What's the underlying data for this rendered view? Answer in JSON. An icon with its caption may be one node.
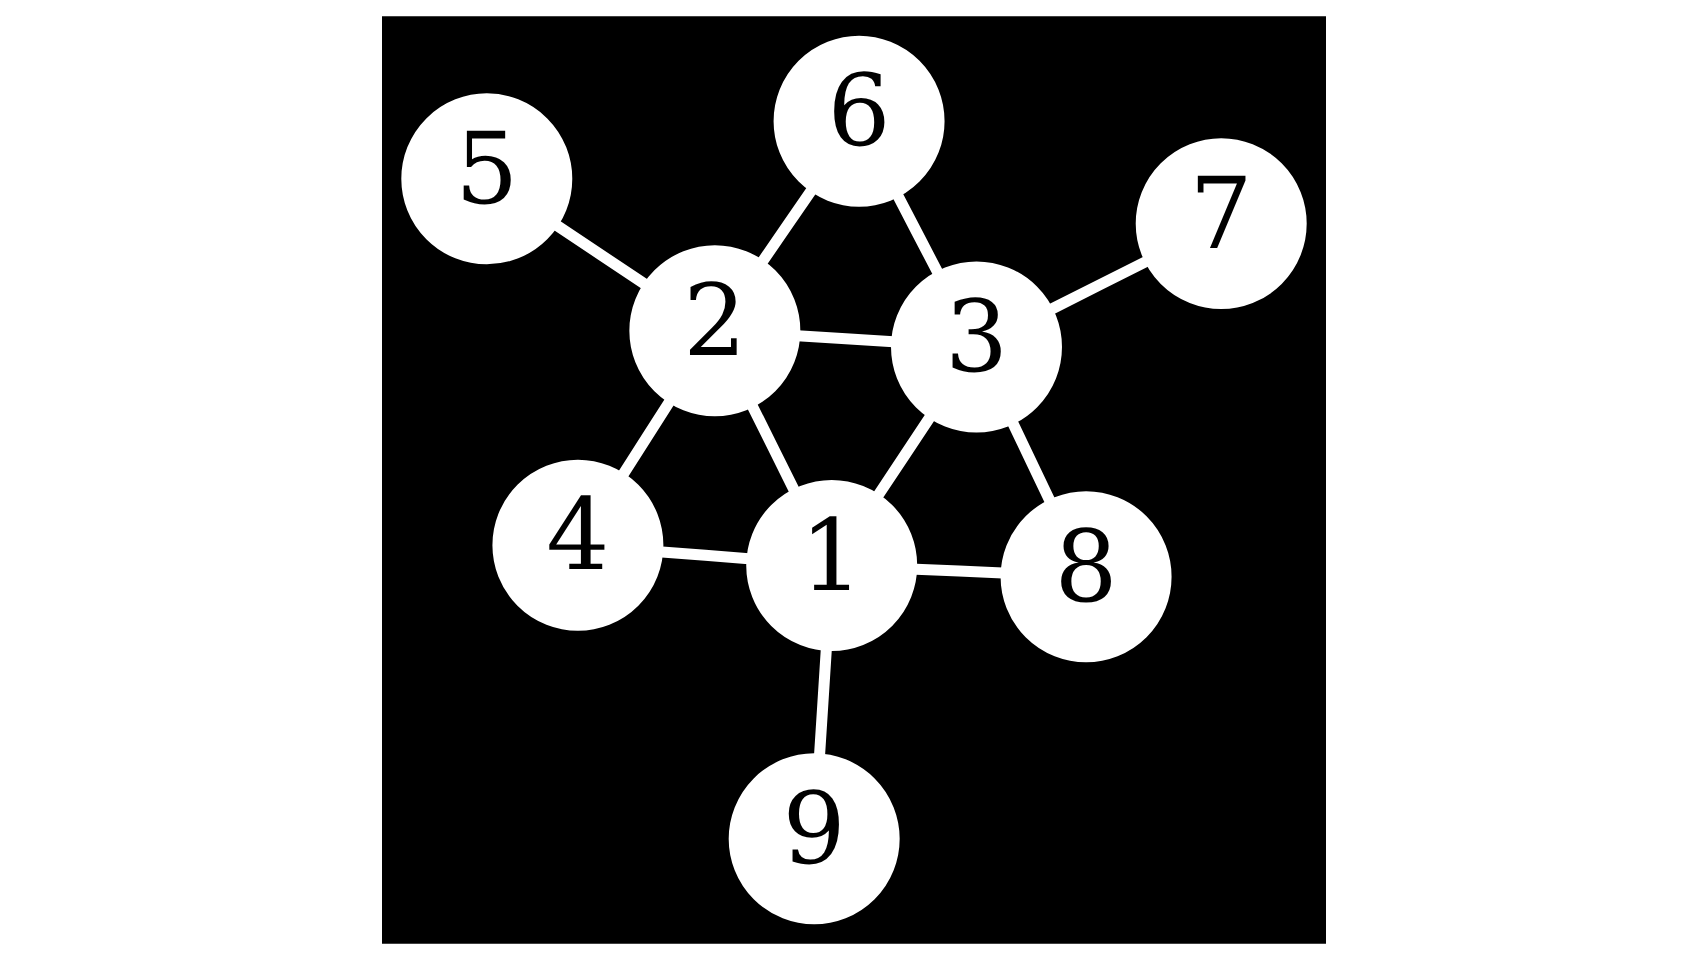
{
  "diagram": {
    "nodes": [
      {
        "text": [
          "9"
        ]
      },
      {
        "text": [
          "8"
        ]
      },
      {
        "text": [
          "1"
        ]
      },
      {
        "text": [
          "4"
        ]
      },
      {
        "text": [
          "7"
        ]
      },
      {
        "text": [
          "2"
        ]
      },
      {
        "text": [
          "3"
        ]
      },
      {
        "text": [
          "5"
        ]
      },
      {
        "text": [
          "6"
        ]
      }
    ],
    "edges": [
      {
        "from": 0,
        "to": 2,
        "arrow": "none"
      },
      {
        "from": 1,
        "to": 2,
        "arrow": "none"
      },
      {
        "from": 2,
        "to": 3,
        "arrow": "none"
      },
      {
        "from": 2,
        "to": 5,
        "arrow": "none"
      },
      {
        "from": 2,
        "to": 6,
        "arrow": "none"
      },
      {
        "from": 1,
        "to": 6,
        "arrow": "none"
      },
      {
        "from": 3,
        "to": 5,
        "arrow": "none"
      },
      {
        "from": 5,
        "to": 6,
        "arrow": "none"
      },
      {
        "from": 6,
        "to": 4,
        "arrow": "none"
      },
      {
        "from": 5,
        "to": 7,
        "arrow": "none"
      },
      {
        "from": 5,
        "to": 8,
        "arrow": "none"
      },
      {
        "from": 6,
        "to": 8,
        "arrow": "none"
      }
    ]
  }
}
